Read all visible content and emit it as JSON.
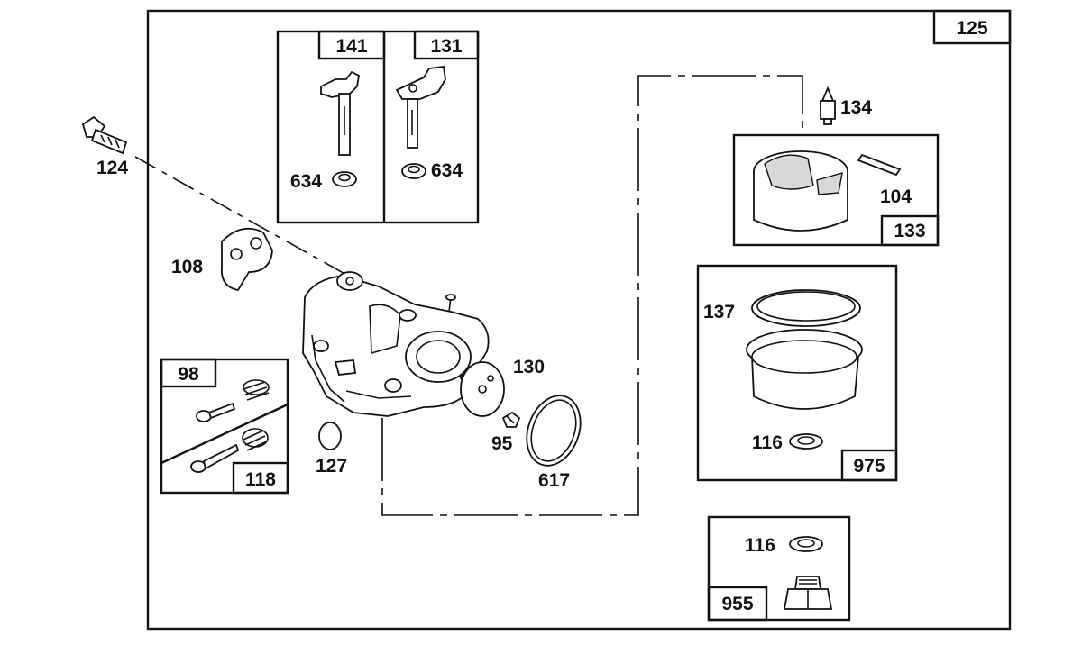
{
  "labels": {
    "main_assembly": "125",
    "choke_shaft": "141",
    "throttle_shaft": "131",
    "seal_choke": "634",
    "seal_throttle": "634",
    "screw": "124",
    "dust_seal": "108",
    "float_needle": "134",
    "float": "133",
    "float_hinge_pin": "104",
    "gasket_bowl": "137",
    "washer_bowl_kit": "116",
    "bowl_kit": "975",
    "washer_nut_kit": "116",
    "bowl_nut_kit": "955",
    "mixture_screw_kit": "98",
    "adjusting_screw_kit": "118",
    "welch_plug": "127",
    "plate": "130",
    "screw_small": "95",
    "gasket_ring": "617"
  }
}
